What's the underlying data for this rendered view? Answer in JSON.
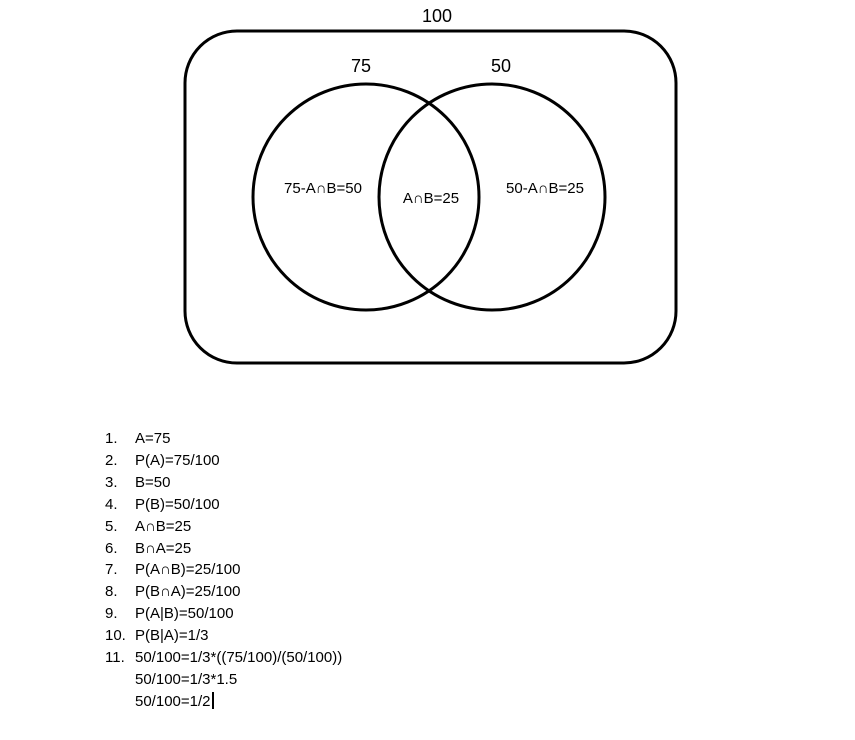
{
  "diagram": {
    "universe_total": "100",
    "set_a_total": "75",
    "set_b_total": "50",
    "a_only_label": "75-A∩B=50",
    "intersection_label": "A∩B=25",
    "b_only_label": "50-A∩B=25"
  },
  "steps": [
    {
      "number": "1.",
      "text": "A=75"
    },
    {
      "number": "2.",
      "text": "P(A)=75/100"
    },
    {
      "number": "3.",
      "text": "B=50"
    },
    {
      "number": "4.",
      "text": "P(B)=50/100"
    },
    {
      "number": "5.",
      "text": "A∩B=25"
    },
    {
      "number": "6.",
      "text": "B∩A=25"
    },
    {
      "number": "7.",
      "text": "P(A∩B)=25/100"
    },
    {
      "number": "8.",
      "text": "P(B∩A)=25/100"
    },
    {
      "number": "9.",
      "text": "P(A|B)=50/100"
    },
    {
      "number": "10.",
      "text": "P(B|A)=1/3"
    },
    {
      "number": "11.",
      "text": "50/100=1/3*((75/100)/(50/100))"
    }
  ],
  "continuation_lines": [
    "50/100=1/3*1.5",
    "50/100=1/2"
  ]
}
